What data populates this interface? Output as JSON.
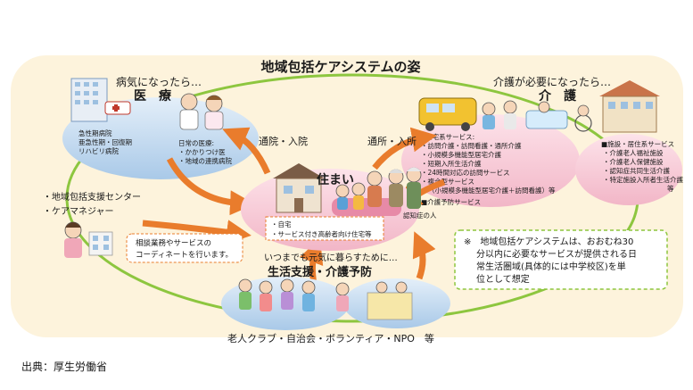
{
  "title": "地域包括ケアシステムの姿",
  "medical": {
    "header": "病気になったら…",
    "title": "医　療",
    "hospital_lines": [
      "急性期病院",
      "亜急性期・回復期",
      "リハビリ病院"
    ],
    "clinic_lines": [
      "日常の医療:",
      "・かかりつけ医",
      "・地域の連携病院"
    ]
  },
  "care": {
    "header": "介護が必要になったら…",
    "title": "介　護",
    "home_services": [
      "■在宅系サービス:",
      "・訪問介護・訪問看護・通所介護",
      "・小規模多機能型居宅介護",
      "・短期入所生活介護",
      "・24時間対応の訪問サービス",
      "・複合型サービス",
      "（小規模多機能型居宅介護＋訪問看護）等",
      "■介護予防サービス"
    ],
    "facility_services": [
      "■施設・居住系サービス",
      "・介護老人福祉施設",
      "・介護老人保健施設",
      "・認知症共同生活介護",
      "・特定施設入所者生活介護",
      "等"
    ]
  },
  "housing": {
    "title": "住まい",
    "lines": [
      "・自宅",
      "・サービス付き高齢者向け住宅等"
    ],
    "dementia_label": "認知症の人"
  },
  "arrows": {
    "left": "通院・入院",
    "right": "通所・入所"
  },
  "support": {
    "header": "いつまでも元気に暮らすために…",
    "title": "生活支援・介護予防",
    "footer": "老人クラブ・自治会・ボランティア・NPO　等"
  },
  "center": {
    "lines": [
      "・地域包括支援センター",
      "・ケアマネジャー"
    ],
    "callout": [
      "相談業務やサービスの",
      "コーディネートを行います。"
    ]
  },
  "note": [
    "※　地域包括ケアシステムは、おおむね30",
    "分以内に必要なサービスが提供される日",
    "常生活圏域(具体的には中学校区)を単",
    "位として想定"
  ],
  "source": "出典：厚生労働省",
  "colors": {
    "background_band": "#fdf3dc",
    "ring": "#8dc63f",
    "blue_bubble": "#bcd6ee",
    "pink_bubble": "#f6c9d6",
    "arrow": "#e97c2c",
    "note_border": "#8dc63f"
  }
}
